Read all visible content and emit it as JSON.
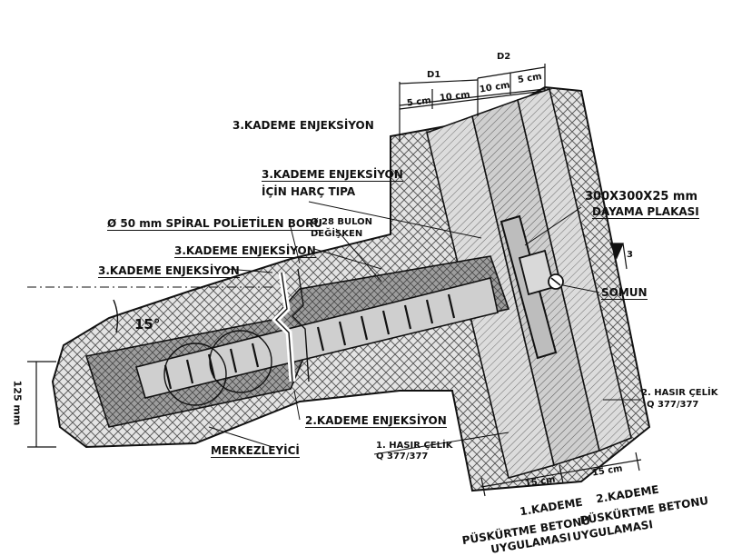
{
  "diagram": {
    "labels": {
      "d1": "D1",
      "d2": "D2",
      "dim_5cm_a": "5 cm",
      "dim_10cm_a": "10 cm",
      "dim_10cm_b": "10 cm",
      "dim_5cm_b": "5 cm",
      "stage3_injection_top": "3.KADEME ENJEKSİYON",
      "stage3_grout_plug_l1": "3.KADEME ENJEKSİYON",
      "stage3_grout_plug_l2": "İÇİN HARÇ TIPA",
      "bearing_plate_l1": "300X300X25 mm",
      "bearing_plate_l2": "DAYAMA PLAKASI",
      "spiral_pipe": "Ø 50 mm SPİRAL POLİETİLEN BORU",
      "bolt_l1": "Ø 28 BULON",
      "bolt_l2": "DEĞİŞKEN",
      "stage3_injection_mid": "3.KADEME ENJEKSİYON",
      "stage3_injection_left": "3.KADEME ENJEKSİYON",
      "nut": "SOMUN",
      "angle": "15°",
      "slope_mark": "3",
      "dim_125mm": "125 mm",
      "stage2_injection": "2.KADEME ENJEKSİYON",
      "mesh1_l1": "1. HASIR ÇELİK",
      "mesh1_l2": "Q 377/377",
      "mesh2_l1": "2. HASIR ÇELİK",
      "mesh2_l2": "Q 377/377",
      "centralizer": "MERKEZLEYİCİ",
      "dim_15cm_a": "15 cm",
      "dim_15cm_b": "15 cm",
      "shotcrete1_l1": "1.KADEME",
      "shotcrete1_l2": "PÜSKÜRTME BETONU",
      "shotcrete1_l3": "UYGULAMASI",
      "shotcrete2_l1": "2.KADEME",
      "shotcrete2_l2": "PÜSKÜRTME BETONU",
      "shotcrete2_l3": "UYGULAMASI"
    },
    "colors": {
      "ink": "#111111",
      "rock_fill": "#e6e6e6",
      "grout_fill": "#9a9a9a",
      "pipe_fill": "#6e6e6e",
      "concrete_fill": "#d4d4d4"
    }
  }
}
